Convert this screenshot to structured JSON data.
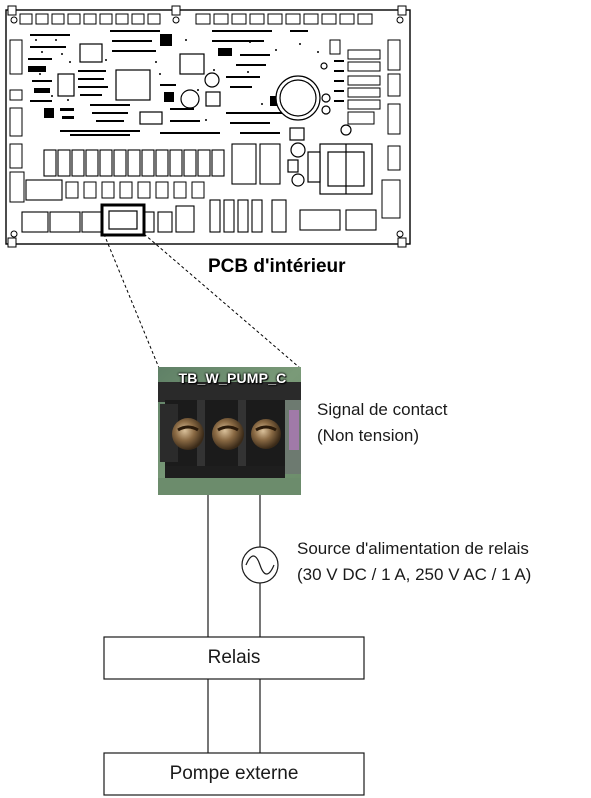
{
  "pcb": {
    "caption": "PCB d'intérieur"
  },
  "terminal": {
    "label": "TB_W_PUMP_C"
  },
  "contact_signal": {
    "line1": "Signal de contact",
    "line2": "(Non tension)"
  },
  "power_source": {
    "line1": "Source d'alimentation de relais",
    "line2": "(30 V DC / 1 A, 250 V AC / 1 A)"
  },
  "relay": {
    "label": "Relais"
  },
  "pump": {
    "label": "Pompe externe"
  }
}
